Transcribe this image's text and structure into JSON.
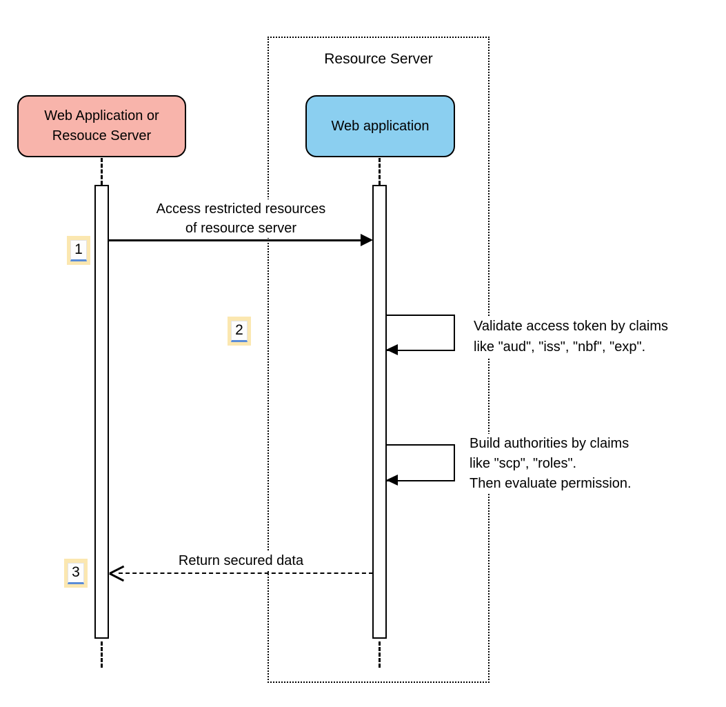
{
  "frame": {
    "title": "Resource Server"
  },
  "actors": {
    "left": {
      "label": "Web Application or Resouce Server",
      "fill": "#F8B4AB"
    },
    "right": {
      "label": "Web application",
      "fill": "#8BCFF0"
    }
  },
  "messages": [
    {
      "step": "1",
      "label": "Access restricted resources\nof resource server",
      "type": "solid-arrow-right"
    },
    {
      "step": "2",
      "label": "Validate access token by claims\nlike \"aud\", \"iss\", \"nbf\", \"exp\".",
      "type": "self-message"
    },
    {
      "step": "",
      "label": "Build authorities by claims\nlike \"scp\", \"roles\".\nThen evaluate permission.",
      "type": "self-message"
    },
    {
      "step": "3",
      "label": "Return secured data",
      "type": "dashed-arrow-left"
    }
  ],
  "colors": {
    "badge_bg": "#FBE7B0",
    "badge_underline": "#5A8CD7",
    "actor_left_fill": "#F8B4AB",
    "actor_right_fill": "#8BCFF0",
    "line_color": "#000000"
  }
}
